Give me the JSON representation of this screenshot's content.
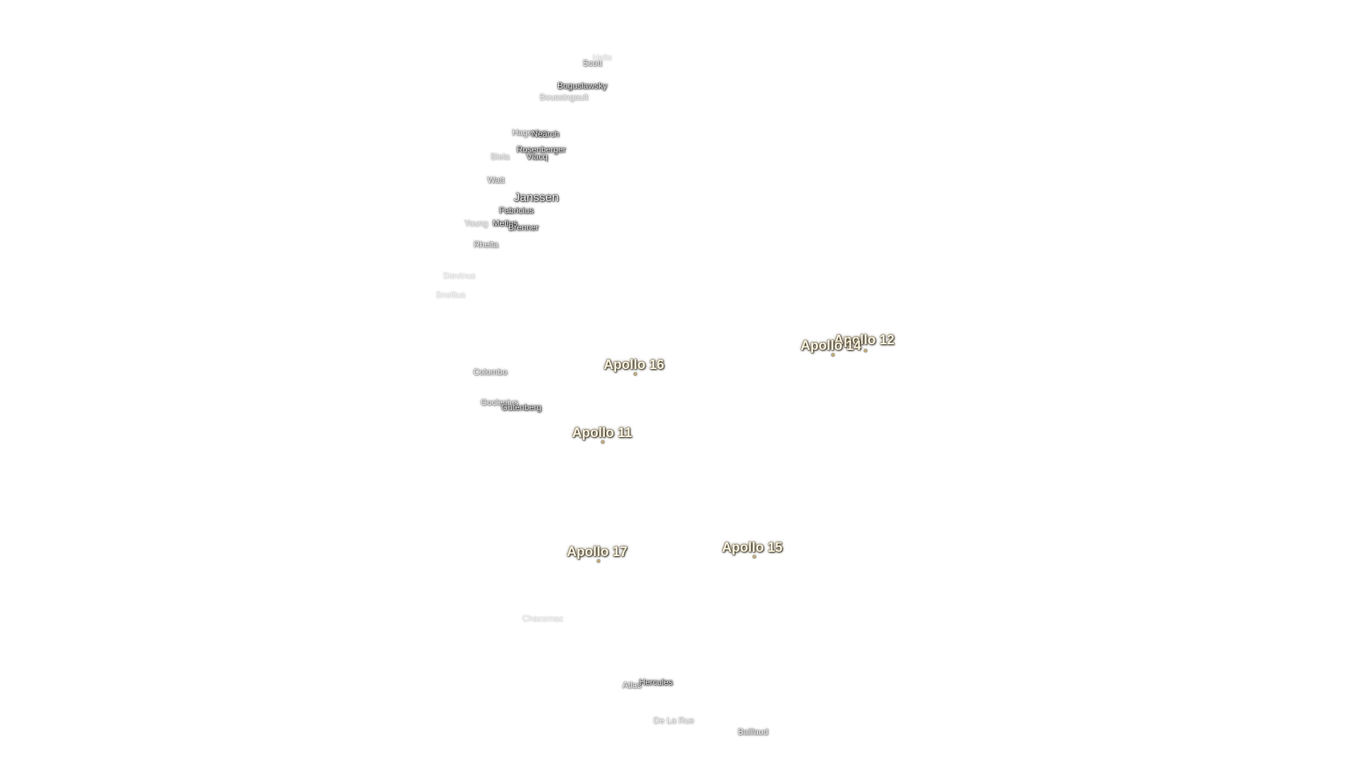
{
  "map": {
    "labels": [
      {
        "id": "scott",
        "text": "Scott",
        "kind": "crater",
        "level": 2
      },
      {
        "id": "helle",
        "text": "Helle",
        "kind": "crater",
        "level": 4
      },
      {
        "id": "boguslawsky",
        "text": "Boguslawsky",
        "kind": "crater",
        "level": 1
      },
      {
        "id": "boussingault",
        "text": "Boussingault",
        "kind": "crater",
        "level": 3
      },
      {
        "id": "hagecius",
        "text": "Hagecius",
        "kind": "crater",
        "level": 2
      },
      {
        "id": "nearch",
        "text": "Nearch",
        "kind": "crater",
        "level": 1
      },
      {
        "id": "rosenberger",
        "text": "Rosenberger",
        "kind": "crater",
        "level": 1
      },
      {
        "id": "biela",
        "text": "Biela",
        "kind": "crater",
        "level": 3
      },
      {
        "id": "vlacq",
        "text": "Vlacq",
        "kind": "crater",
        "level": 1
      },
      {
        "id": "watt",
        "text": "Watt",
        "kind": "crater",
        "level": 2
      },
      {
        "id": "janssen",
        "text": "Janssen",
        "kind": "crater",
        "level": 1,
        "big": true
      },
      {
        "id": "fabricius",
        "text": "Fabricius",
        "kind": "crater",
        "level": 1
      },
      {
        "id": "young",
        "text": "Young",
        "kind": "crater",
        "level": 3
      },
      {
        "id": "metius",
        "text": "Metius",
        "kind": "crater",
        "level": 1
      },
      {
        "id": "brenner",
        "text": "Brenner",
        "kind": "crater",
        "level": 1
      },
      {
        "id": "rheita",
        "text": "Rheita",
        "kind": "crater",
        "level": 2
      },
      {
        "id": "stevinus",
        "text": "Stevinus",
        "kind": "crater",
        "level": 4
      },
      {
        "id": "snellius",
        "text": "Snellius",
        "kind": "crater",
        "level": 4
      },
      {
        "id": "colombo",
        "text": "Colombo",
        "kind": "crater",
        "level": 2
      },
      {
        "id": "goclenius",
        "text": "Goclenius",
        "kind": "crater",
        "level": 2
      },
      {
        "id": "gutenberg",
        "text": "Gutenberg",
        "kind": "crater",
        "level": 1
      },
      {
        "id": "chacornac",
        "text": "Chacornac",
        "kind": "crater",
        "level": 4
      },
      {
        "id": "atlas",
        "text": "Atlas",
        "kind": "crater",
        "level": 2
      },
      {
        "id": "hercules",
        "text": "Hercules",
        "kind": "crater",
        "level": 1
      },
      {
        "id": "de-la-rue",
        "text": "De La Rue",
        "kind": "crater",
        "level": 3
      },
      {
        "id": "bailaud",
        "text": "Baillaud",
        "kind": "crater",
        "level": 2
      },
      {
        "id": "apollo-12",
        "text": "Apollo 12",
        "kind": "apollo"
      },
      {
        "id": "apollo-14",
        "text": "Apollo 14",
        "kind": "apollo"
      },
      {
        "id": "apollo-16",
        "text": "Apollo 16",
        "kind": "apollo"
      },
      {
        "id": "apollo-11",
        "text": "Apollo 11",
        "kind": "apollo"
      },
      {
        "id": "apollo-17",
        "text": "Apollo 17",
        "kind": "apollo"
      },
      {
        "id": "apollo-15",
        "text": "Apollo 15",
        "kind": "apollo"
      }
    ]
  }
}
